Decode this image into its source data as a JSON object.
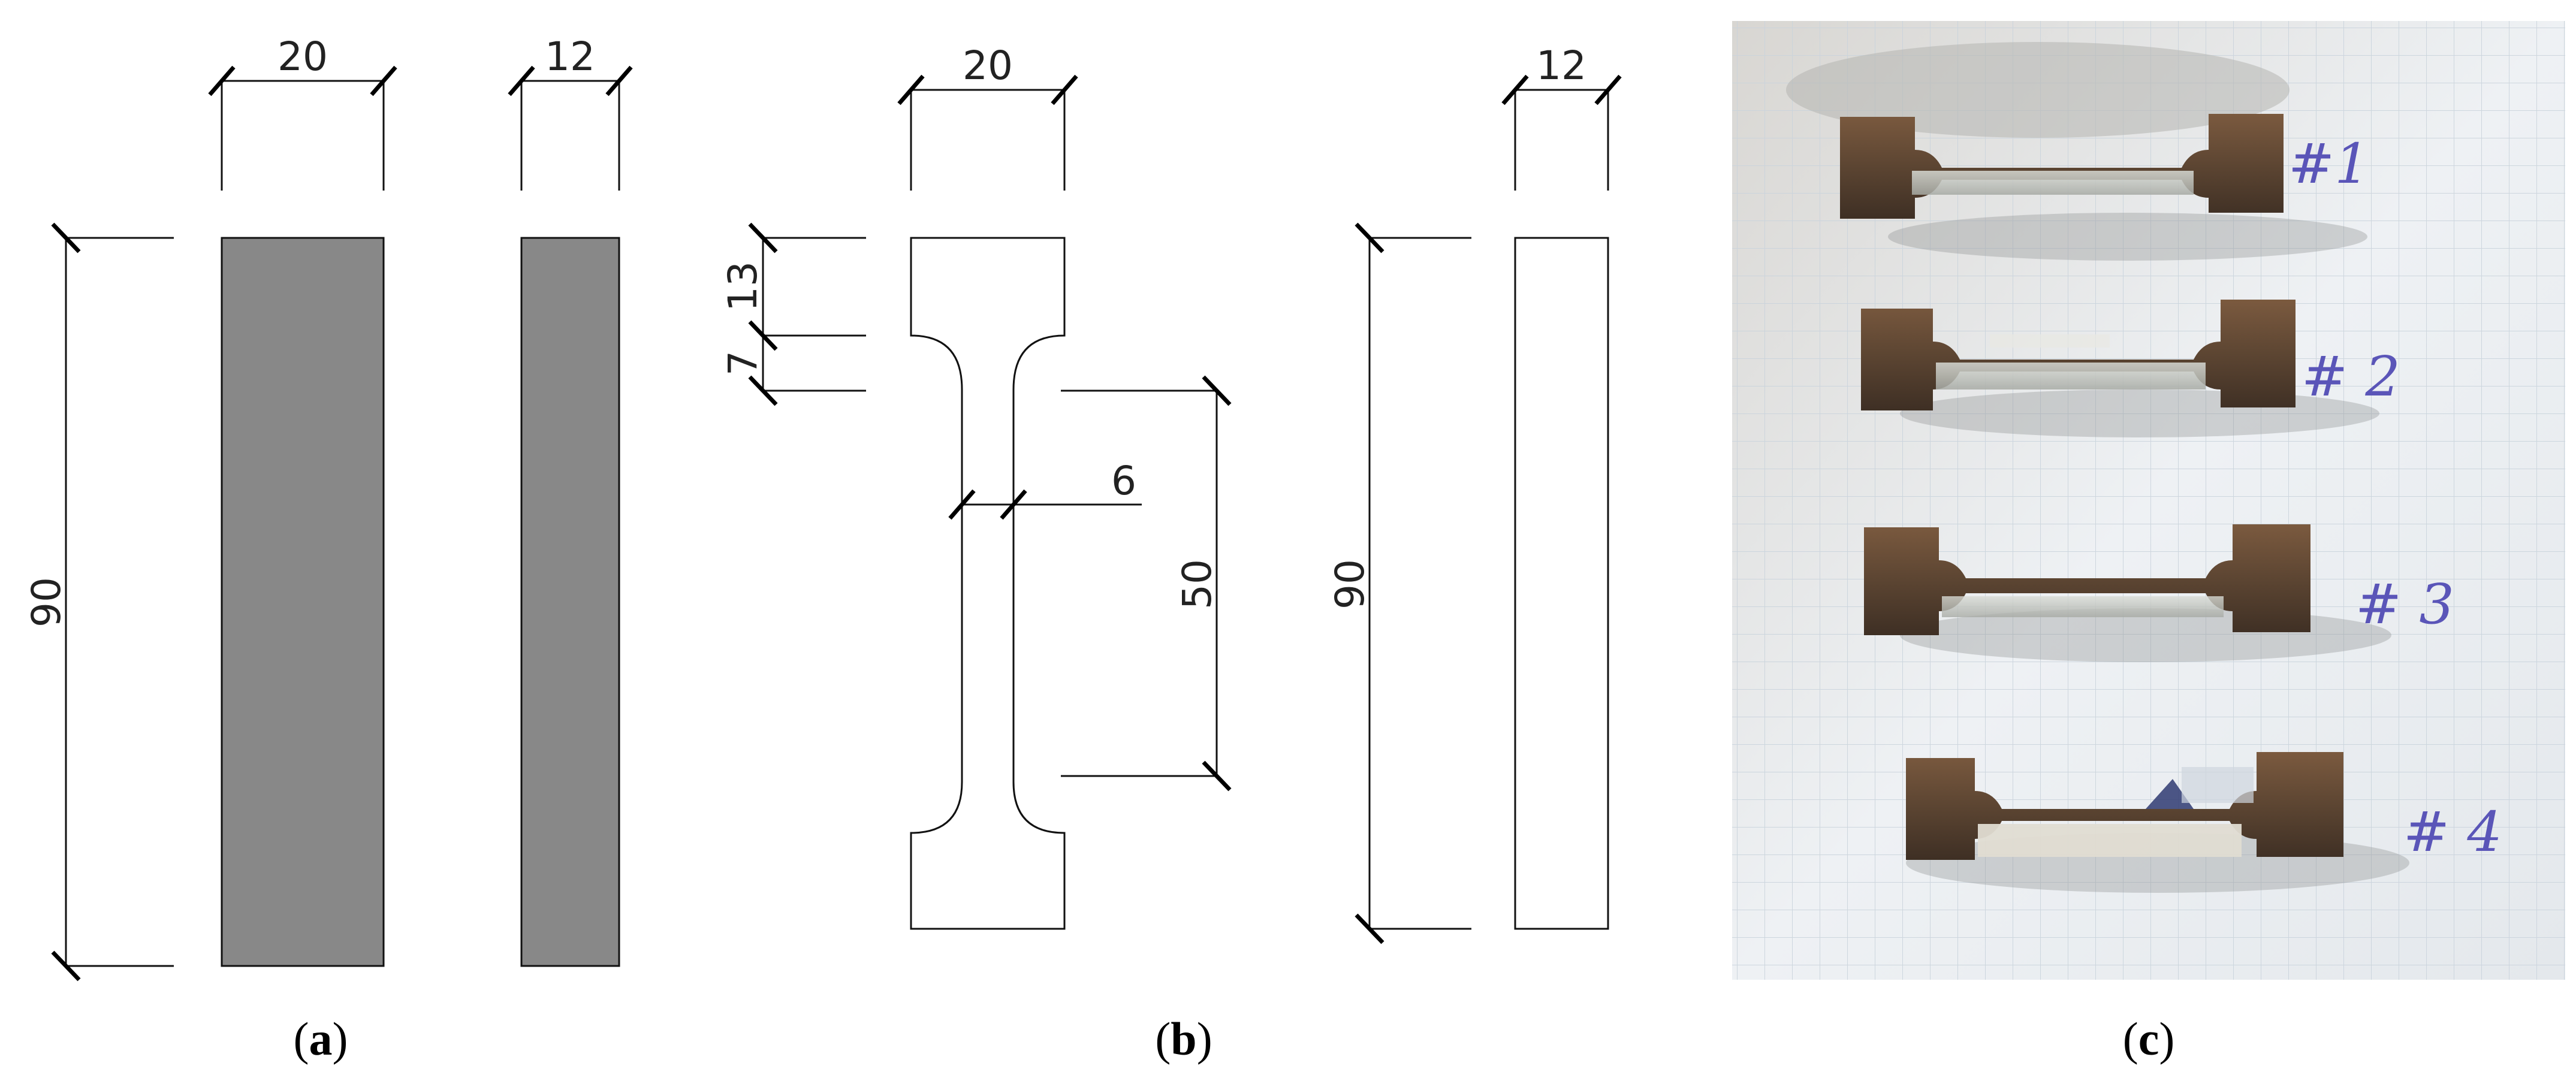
{
  "panels": [
    {
      "id": "a",
      "caption_open": "(",
      "caption_letter": "a",
      "caption_close": ")",
      "dims": {
        "width_front": "20",
        "width_side": "12",
        "length": "90"
      }
    },
    {
      "id": "b",
      "caption_open": "(",
      "caption_letter": "b",
      "caption_close": ")",
      "dims": {
        "width_front": "20",
        "width_side": "12",
        "head_length": "13",
        "fillet": "7",
        "neck_width": "6",
        "gauge_length": "50",
        "length": "90"
      }
    },
    {
      "id": "c",
      "caption_open": "(",
      "caption_letter": "c",
      "caption_close": ")",
      "labels": [
        "#1",
        "# 2",
        "# 3",
        "# 4"
      ]
    }
  ],
  "colors": {
    "solid_fill": "#888888",
    "line": "#111111",
    "tick": "#000000",
    "photo_background": "#e9eef2",
    "steel_rust": "#6b4a33",
    "ink": "#5a55b8"
  }
}
